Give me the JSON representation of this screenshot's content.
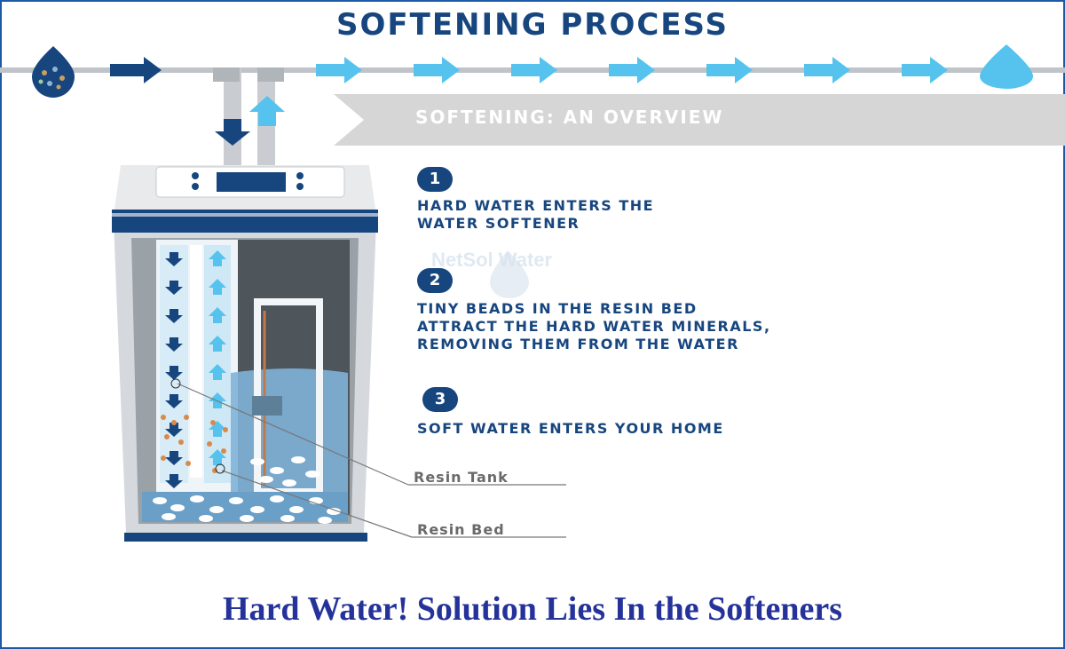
{
  "header": {
    "title": "SOFTENING PROCESS"
  },
  "overview": {
    "heading": "SOFTENING: AN OVERVIEW"
  },
  "steps": [
    {
      "number": "1",
      "text": "HARD WATER ENTERS THE\nWATER SOFTENER"
    },
    {
      "number": "2",
      "text": "TINY BEADS IN THE RESIN BED\nATTRACT THE HARD WATER MINERALS,\nREMOVING THEM FROM THE WATER"
    },
    {
      "number": "3",
      "text": "SOFT WATER ENTERS YOUR HOME"
    }
  ],
  "labels": {
    "resin_tank": "Resin Tank",
    "resin_bed": "Resin Bed"
  },
  "watermark": {
    "text": "NetSol Water"
  },
  "footer": {
    "caption": "Hard Water! Solution Lies In the Softeners"
  },
  "colors": {
    "navy": "#17467f",
    "light_blue": "#55c3ee",
    "water": "#7fb3d8",
    "banner_grey": "#d6d6d6",
    "caption_blue": "#24329a"
  }
}
